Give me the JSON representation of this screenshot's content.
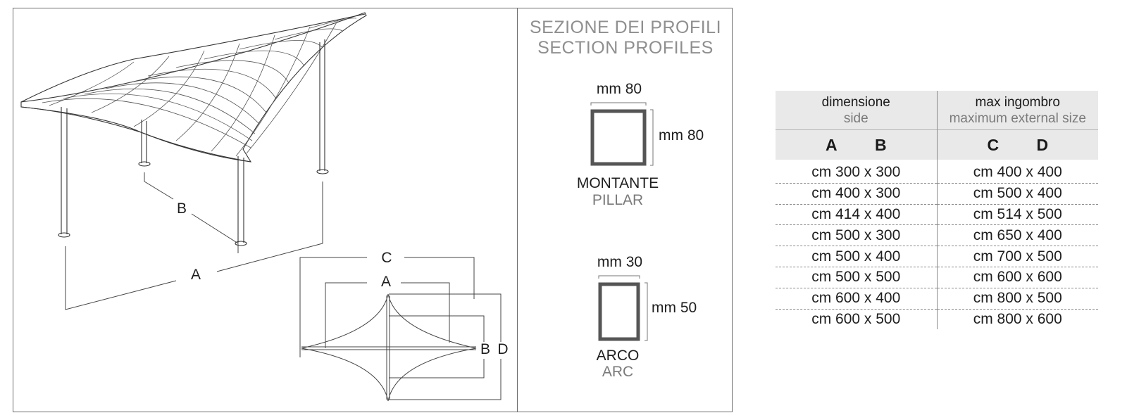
{
  "headings": {
    "line1": "SEZIONE DEI PROFILI",
    "line2": "SECTION PROFILES"
  },
  "profiles": {
    "pillar": {
      "width": "mm 80",
      "height": "mm 80",
      "name_it": "MONTANTE",
      "name_en": "PILLAR"
    },
    "arc": {
      "width": "mm 30",
      "height": "mm 50",
      "name_it": "ARCO",
      "name_en": "ARC"
    }
  },
  "drawing_labels": {
    "perspective": {
      "a": "A",
      "b": "B"
    },
    "plan": {
      "c": "C",
      "a": "A",
      "b": "B",
      "d": "D"
    }
  },
  "table": {
    "col1": {
      "title": "dimensione",
      "subtitle": "side",
      "letters": [
        "A",
        "B"
      ]
    },
    "col2": {
      "title": "max ingombro",
      "subtitle": "maximum external size",
      "letters": [
        "C",
        "D"
      ]
    },
    "rows": [
      [
        "cm 300 x 300",
        "cm 400 x 400"
      ],
      [
        "cm 400 x 300",
        "cm 500 x 400"
      ],
      [
        "cm 414 x 400",
        "cm 514 x 500"
      ],
      [
        "cm 500 x 300",
        "cm 650 x 400"
      ],
      [
        "cm 500 x 400",
        "cm 700 x 500"
      ],
      [
        "cm 500 x 500",
        "cm 600 x 600"
      ],
      [
        "cm 600 x 400",
        "cm 800 x 500"
      ],
      [
        "cm 600 x 500",
        "cm 800 x 600"
      ]
    ]
  },
  "colors": {
    "frame": "#6d6d6d",
    "header_bg": "#e9e9e9",
    "subtext": "#7a7a7a",
    "heading": "#8f8f8f"
  }
}
